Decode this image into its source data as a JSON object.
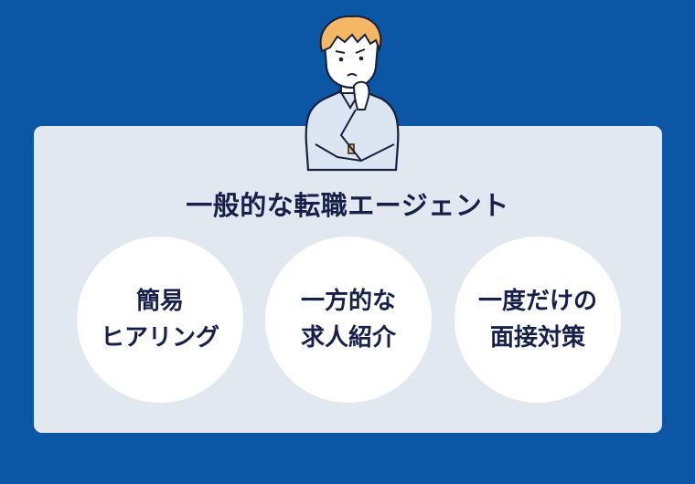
{
  "colors": {
    "background": "#0b57a6",
    "panel": "#e2e8ef",
    "circle": "#ffffff",
    "text": "#16204a",
    "hair": "#f3b765",
    "shirt": "#dbe6f2"
  },
  "illustration": {
    "icon": "thinking-man-icon"
  },
  "title": "一般的な転職エージェント",
  "items": [
    {
      "line1": "簡易",
      "line2": "ヒアリング"
    },
    {
      "line1": "一方的な",
      "line2": "求人紹介"
    },
    {
      "line1": "一度だけの",
      "line2": "面接対策"
    }
  ]
}
